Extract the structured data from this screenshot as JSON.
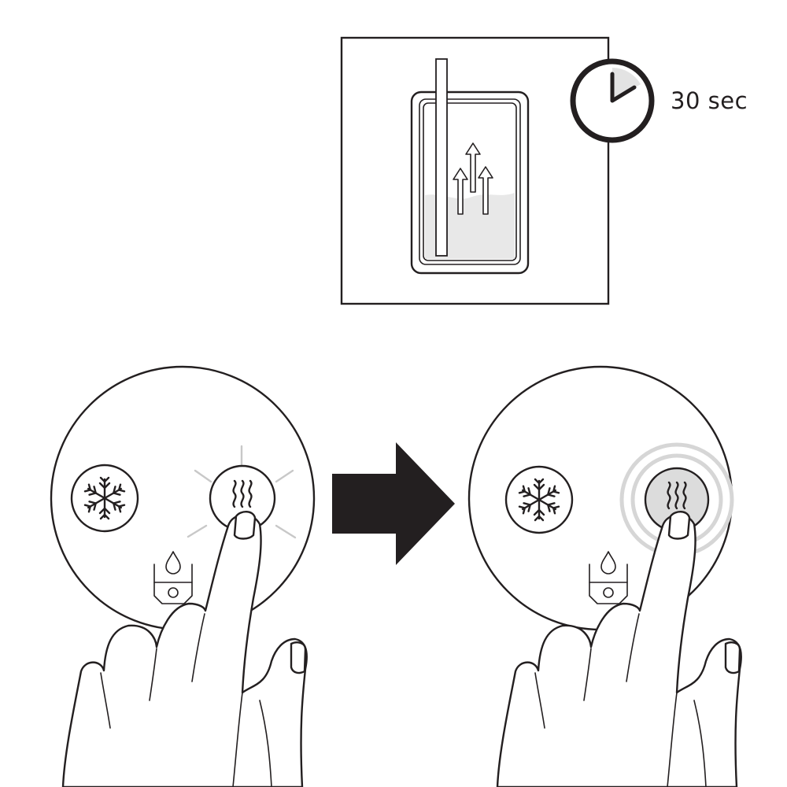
{
  "timer": {
    "duration_label": "30 sec",
    "icon": "clock-icon"
  },
  "steps": [
    {
      "button_left_icon": "snowflake-icon",
      "button_right_icon": "heat-waves-icon",
      "button_right_state": "pressed-flashing",
      "water_indicator_icon": "water-drop-glass-icon"
    },
    {
      "button_left_icon": "snowflake-icon",
      "button_right_icon": "heat-waves-icon",
      "button_right_state": "pressed-active-glow",
      "water_indicator_icon": "water-drop-glass-icon"
    }
  ],
  "transition_icon": "arrow-right-icon",
  "colors": {
    "line": "#231f20",
    "fill": "#ffffff",
    "active_button": "#dcdcdc",
    "glow_ring": "#d6d6d6",
    "flash_rays": "#c8c8c8",
    "liquid": "#e8e8e8"
  }
}
